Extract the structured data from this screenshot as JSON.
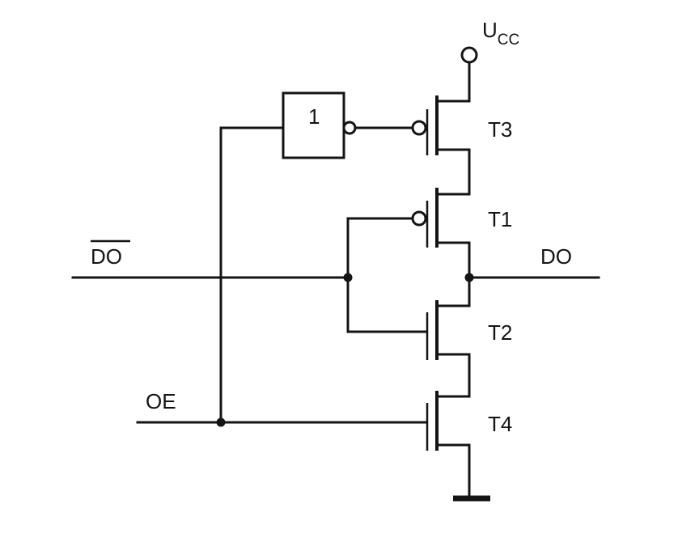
{
  "supply": {
    "label": "U",
    "subscript": "CC"
  },
  "inverter": {
    "label": "1"
  },
  "transistors": [
    {
      "name": "T3"
    },
    {
      "name": "T1"
    },
    {
      "name": "T2"
    },
    {
      "name": "T4"
    }
  ],
  "signals": {
    "do_bar": "DO",
    "do": "DO",
    "oe": "OE"
  },
  "colors": {
    "line": "#141414",
    "background": "#ffffff"
  }
}
